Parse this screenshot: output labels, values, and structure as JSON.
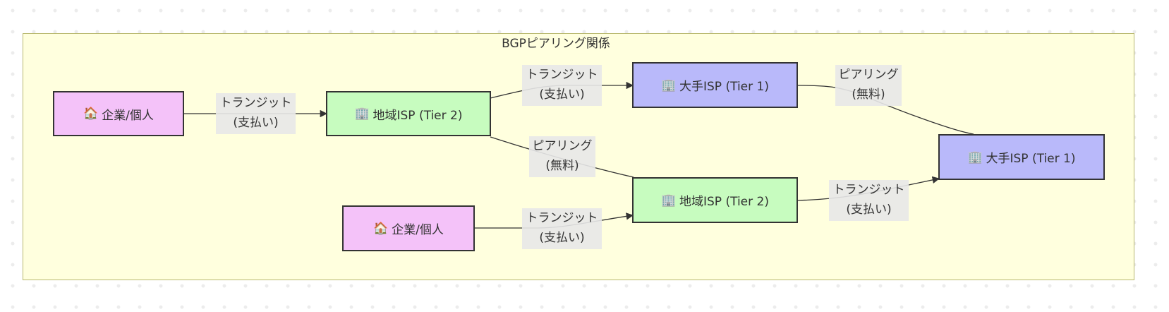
{
  "diagram": {
    "cluster_title": "BGPピアリング関係",
    "nodes": {
      "person_a": {
        "label": "企業/個人",
        "icon": "house-icon"
      },
      "person_b": {
        "label": "企業/個人",
        "icon": "house-icon"
      },
      "regional_a": {
        "label": "地域ISP (Tier 2)",
        "icon": "office-building-icon"
      },
      "regional_b": {
        "label": "地域ISP (Tier 2)",
        "icon": "office-building-icon"
      },
      "major_a": {
        "label": "大手ISP (Tier 1)",
        "icon": "office-building-icon"
      },
      "major_b": {
        "label": "大手ISP (Tier 1)",
        "icon": "office-building-icon"
      }
    },
    "edges": [
      {
        "from": "person_a",
        "to": "regional_a",
        "line1": "トランジット",
        "line2": "(支払い)",
        "arrow": true
      },
      {
        "from": "regional_a",
        "to": "major_a",
        "line1": "トランジット",
        "line2": "(支払い)",
        "arrow": true
      },
      {
        "from": "regional_a",
        "to": "regional_b",
        "line1": "ピアリング",
        "line2": "(無料)",
        "arrow": false
      },
      {
        "from": "major_a",
        "to": "major_b",
        "line1": "ピアリング",
        "line2": "(無料)",
        "arrow": false
      },
      {
        "from": "person_b",
        "to": "regional_b",
        "line1": "トランジット",
        "line2": "(支払い)",
        "arrow": true
      },
      {
        "from": "regional_b",
        "to": "major_b",
        "line1": "トランジット",
        "line2": "(支払い)",
        "arrow": true
      }
    ],
    "colors": {
      "cluster_fill": "#ffffde",
      "person_fill": "#f4c2f9",
      "regional_fill": "#c7fcbf",
      "major_fill": "#b9b9fa",
      "edge_stroke": "#333333",
      "label_bg": "#e8e8e8"
    }
  }
}
